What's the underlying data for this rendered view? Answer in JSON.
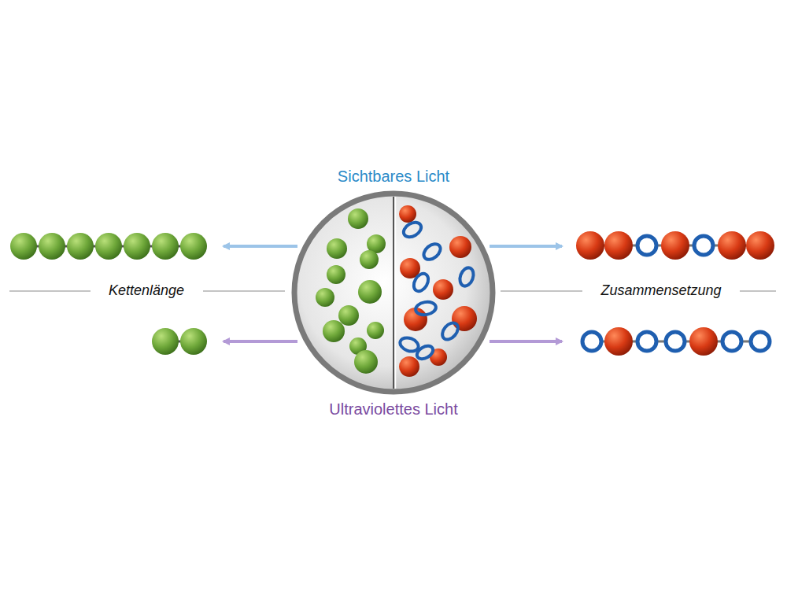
{
  "diagram": {
    "labels": [
      "Sichtbares Licht",
      "Kettenlänge",
      "Zusammensetzung",
      "Ultraviolettes Licht"
    ]
  }
}
